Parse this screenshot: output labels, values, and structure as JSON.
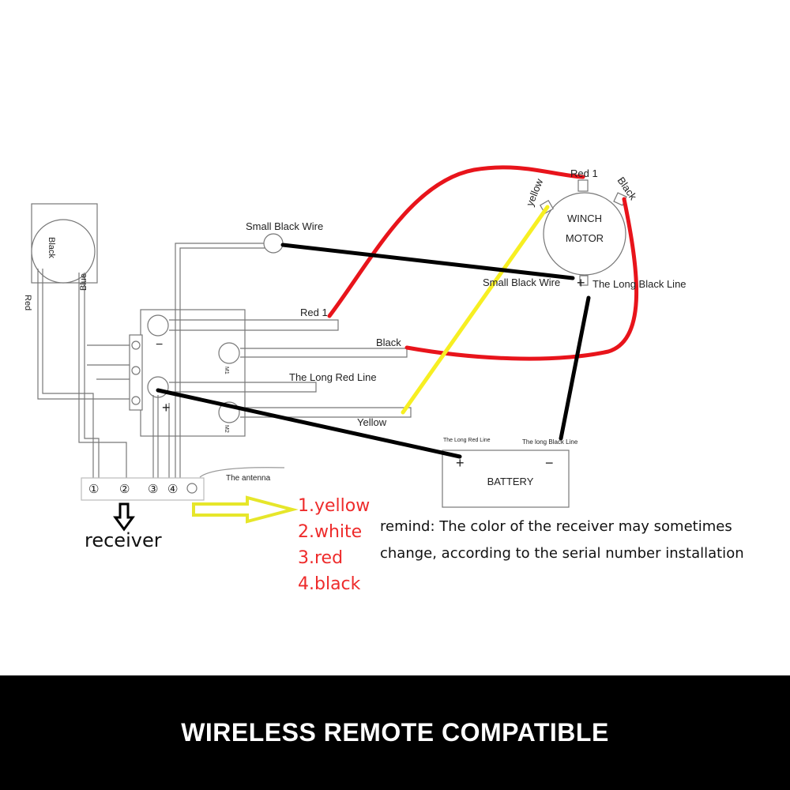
{
  "diagram": {
    "labels": {
      "small_black_wire_top": "Small Black Wire",
      "small_black_wire_motor": "Small Black Wire",
      "red1_motor": "Red 1",
      "red1_switch": "Red 1",
      "black_motor": "Black",
      "black_switch": "Black",
      "yellow_motor": "yellow",
      "yellow_switch": "Yellow",
      "winch_motor_line1": "WINCH",
      "winch_motor_line2": "MOTOR",
      "motor_plus": "+",
      "the_long_black_line": "The Long Black Line",
      "the_long_red_line": "The Long Red Line",
      "battery": "BATTERY",
      "battery_plus": "+",
      "battery_minus": "−",
      "battery_long_red_line": "The Long Red Line",
      "battery_long_black_line": "The long Black Line",
      "switch_minus": "−",
      "switch_plus": "+",
      "m1": "M1",
      "m2": "M2",
      "relay_black": "Black",
      "relay_red": "Red",
      "relay_blue": "Blue",
      "the_antenna": "The antenna",
      "terminal_1": "①",
      "terminal_2": "②",
      "terminal_3": "③",
      "terminal_4": "④"
    },
    "receiver_label": "receiver",
    "color_list": [
      "1.yellow",
      "2.white",
      "3.red",
      "4.black"
    ],
    "remind_line1": "remind: The color of the receiver may sometimes",
    "remind_line2": "change, according to the serial number installation",
    "wire_colors": {
      "red": "#e8141b",
      "black": "#000000",
      "yellow": "#f7ef22",
      "arrow": "#e6e62a"
    }
  },
  "footer": {
    "title": "WIRELESS REMOTE COMPATIBLE"
  }
}
